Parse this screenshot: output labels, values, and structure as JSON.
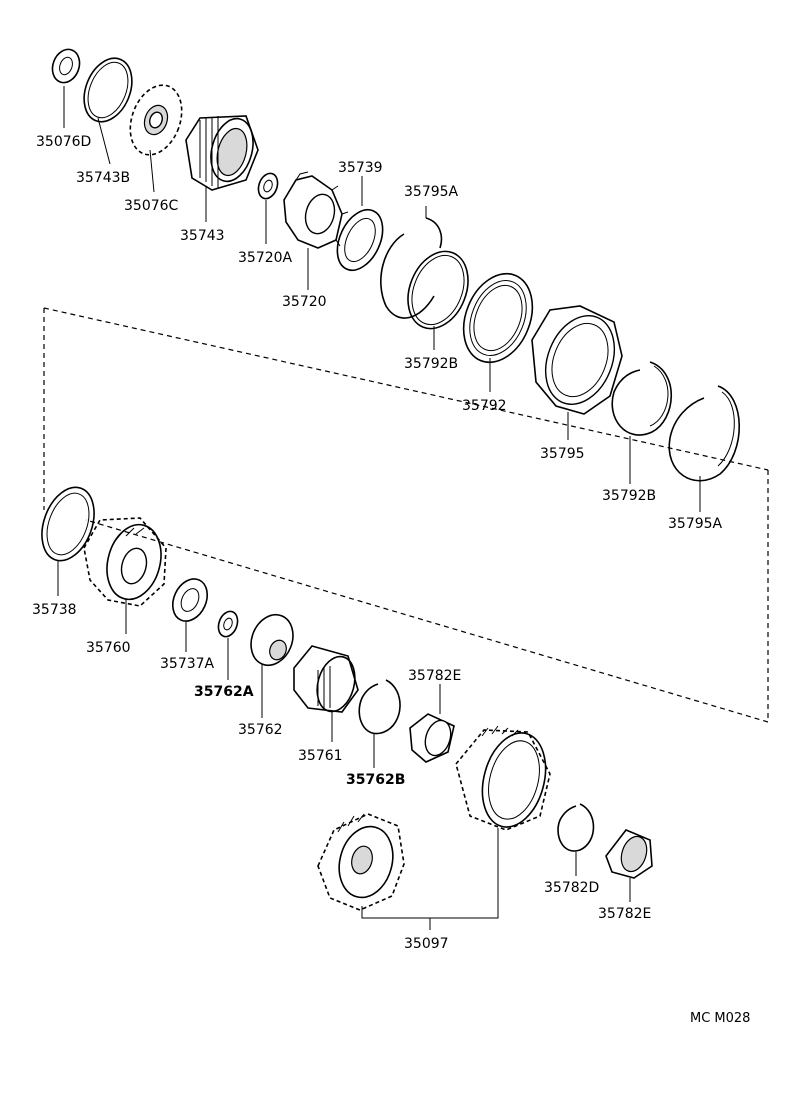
{
  "labels": {
    "p35076D": "35076D",
    "p35743B": "35743B",
    "p35076C": "35076C",
    "p35743": "35743",
    "p35720A": "35720A",
    "p35739": "35739",
    "p35720": "35720",
    "p35795A_top": "35795A",
    "p35792B_top": "35792B",
    "p35792": "35792",
    "p35795": "35795",
    "p35792B_right": "35792B",
    "p35795A_right": "35795A",
    "p35738": "35738",
    "p35760": "35760",
    "p35737A": "35737A",
    "p35762A": "35762A",
    "p35762": "35762",
    "p35761": "35761",
    "p35762B": "35762B",
    "p35782E_top": "35782E",
    "p35782D": "35782D",
    "p35782E_bottom": "35782E",
    "p35097": "35097"
  },
  "diagram_code": "MC M028"
}
